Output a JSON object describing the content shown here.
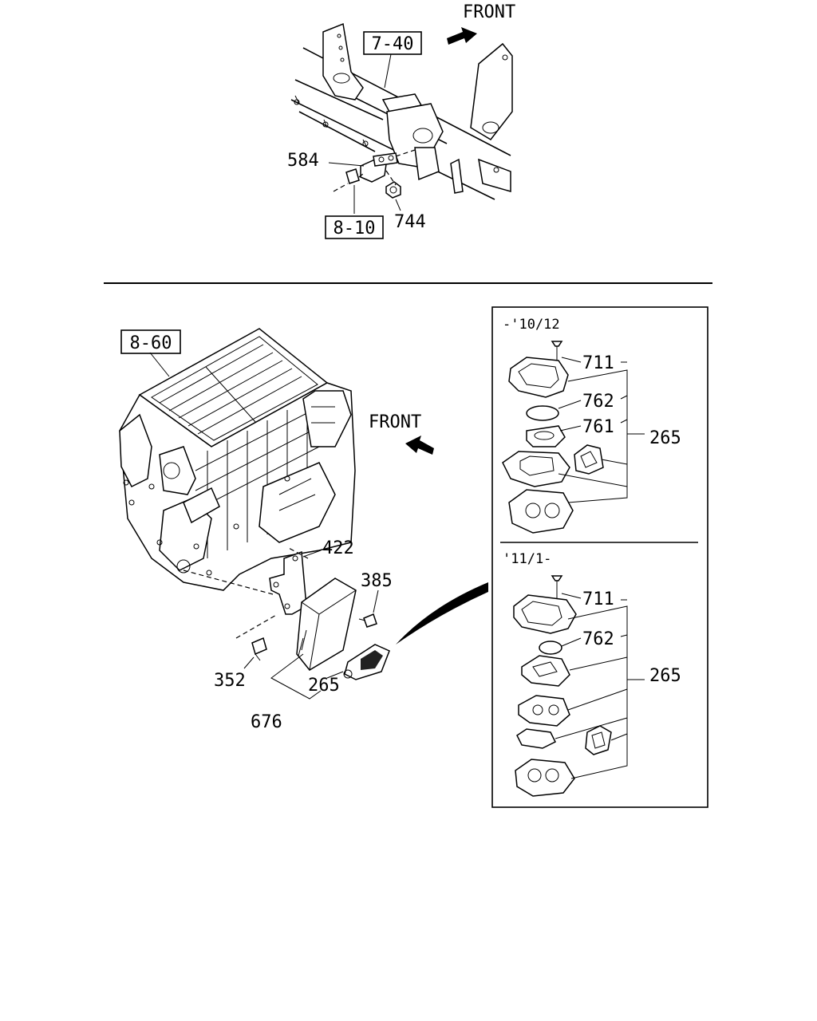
{
  "top": {
    "front_label": "FRONT",
    "ref_box_1": "7-40",
    "ref_box_2": "8-10",
    "part_584": "584",
    "part_744": "744"
  },
  "bottom": {
    "ref_box": "8-60",
    "front_label": "FRONT",
    "part_422": "422",
    "part_385": "385",
    "part_352": "352",
    "part_265": "265",
    "part_676": "676"
  },
  "inset": {
    "upper": {
      "period": "-'10/12",
      "part_711": "711",
      "part_762": "762",
      "part_761": "761",
      "part_265": "265"
    },
    "lower": {
      "period": "'11/1-",
      "part_711": "711",
      "part_762": "762",
      "part_265": "265"
    }
  }
}
